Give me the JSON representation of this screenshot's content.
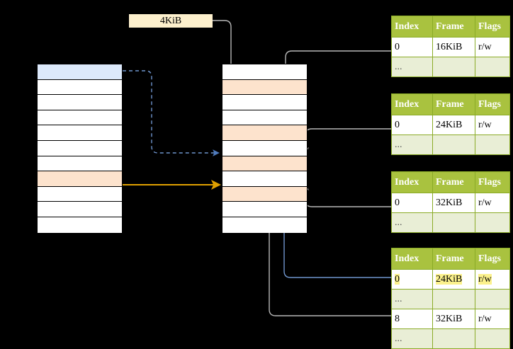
{
  "diagram": {
    "title": "page-table-translation-diagram",
    "size_label": {
      "text": "4KiB"
    },
    "colors": {
      "header_green": "#a9c23f",
      "row_alt_green": "#e9eed6",
      "highlight_yellow": "#fbf18c",
      "orange_row": "#fde3cd",
      "blue_row": "#dce9fb",
      "orange_arrow": "#e0a000",
      "blue_arrow": "#5b87c7",
      "gray_arrow": "#b7b7b7",
      "label_bg": "#fdf0cd"
    },
    "virtual_column": {
      "name": "virtual-address-space",
      "row_count": 11,
      "rows": [
        {
          "fill": "blue"
        },
        {
          "fill": "white"
        },
        {
          "fill": "white"
        },
        {
          "fill": "white"
        },
        {
          "fill": "white"
        },
        {
          "fill": "white"
        },
        {
          "fill": "white"
        },
        {
          "fill": "orange"
        },
        {
          "fill": "white"
        },
        {
          "fill": "white"
        },
        {
          "fill": "white"
        }
      ]
    },
    "physical_column": {
      "name": "physical-memory",
      "row_count": 11,
      "rows": [
        {
          "fill": "white"
        },
        {
          "fill": "orange"
        },
        {
          "fill": "white"
        },
        {
          "fill": "white"
        },
        {
          "fill": "orange"
        },
        {
          "fill": "white"
        },
        {
          "fill": "orange"
        },
        {
          "fill": "white"
        },
        {
          "fill": "orange"
        },
        {
          "fill": "white"
        },
        {
          "fill": "white"
        }
      ]
    },
    "page_tables": [
      {
        "name": "page-table-1",
        "headers": [
          "Index",
          "Frame",
          "Flags"
        ],
        "rows": [
          {
            "type": "entry",
            "index": "0",
            "frame": "16KiB",
            "flags": "r/w",
            "highlight": false
          },
          {
            "type": "ellipsis",
            "index": "...",
            "frame": "",
            "flags": ""
          }
        ]
      },
      {
        "name": "page-table-2",
        "headers": [
          "Index",
          "Frame",
          "Flags"
        ],
        "rows": [
          {
            "type": "entry",
            "index": "0",
            "frame": "24KiB",
            "flags": "r/w",
            "highlight": false
          },
          {
            "type": "ellipsis",
            "index": "...",
            "frame": "",
            "flags": ""
          }
        ]
      },
      {
        "name": "page-table-3",
        "headers": [
          "Index",
          "Frame",
          "Flags"
        ],
        "rows": [
          {
            "type": "entry",
            "index": "0",
            "frame": "32KiB",
            "flags": "r/w",
            "highlight": false
          },
          {
            "type": "ellipsis",
            "index": "...",
            "frame": "",
            "flags": ""
          }
        ]
      },
      {
        "name": "page-table-4",
        "headers": [
          "Index",
          "Frame",
          "Flags"
        ],
        "rows": [
          {
            "type": "entry",
            "index": "0",
            "frame": "24KiB",
            "flags": "r/w",
            "highlight": true
          },
          {
            "type": "ellipsis",
            "index": "...",
            "frame": "",
            "flags": ""
          },
          {
            "type": "entry",
            "index": "8",
            "frame": "32KiB",
            "flags": "r/w",
            "highlight": false
          },
          {
            "type": "ellipsis",
            "index": "...",
            "frame": "",
            "flags": ""
          }
        ]
      }
    ]
  }
}
